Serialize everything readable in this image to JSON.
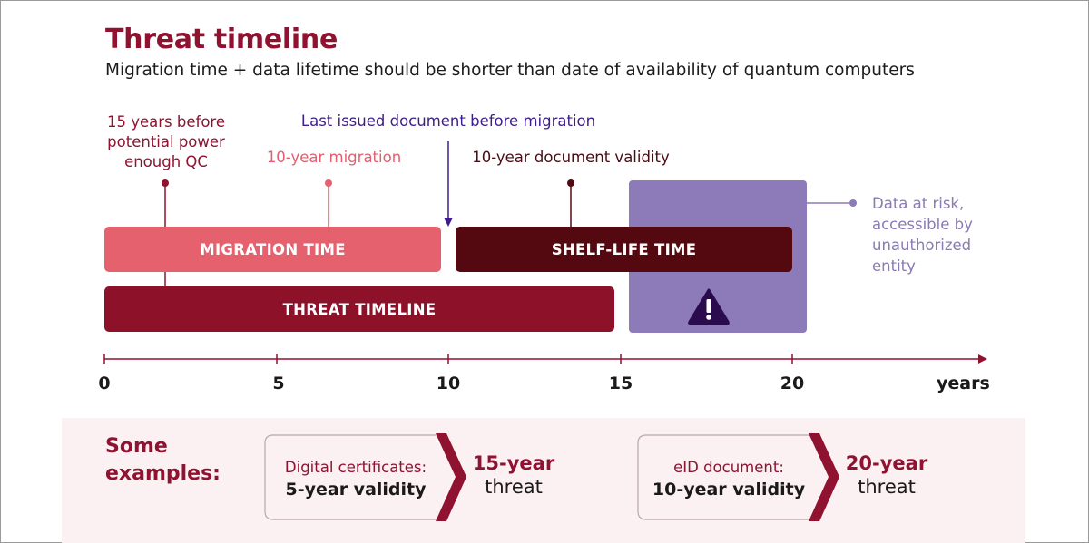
{
  "title": "Threat timeline",
  "subtitle": "Migration time + data lifetime should be shorter than date of availability of quantum computers",
  "annotations": {
    "qc_lines": [
      "15 years before",
      "potential power",
      "enough QC"
    ],
    "migration": "10-year migration",
    "last_issued": "Last issued document before migration",
    "validity": "10-year document validity",
    "risk_lines": [
      "Data at risk,",
      "accessible by",
      "unauthorized",
      "entity"
    ]
  },
  "bars": {
    "migration": {
      "label": "MIGRATION TIME",
      "start": 0,
      "end": 10
    },
    "shelf_life": {
      "label": "SHELF-LIFE TIME",
      "start": 10,
      "end": 20
    },
    "threat": {
      "label": "THREAT TIMELINE",
      "start": 0,
      "end": 15
    },
    "risk_zone": {
      "start": 15,
      "end": 20
    }
  },
  "axis": {
    "ticks": [
      "0",
      "5",
      "10",
      "15",
      "20"
    ],
    "unit": "years"
  },
  "examples": {
    "label_lines": [
      "Some",
      "examples:"
    ],
    "items": [
      {
        "line1": "Digital certificates:",
        "line2": "5-year validity",
        "result_line1": "15-year",
        "result_line2": "threat"
      },
      {
        "line1": "eID document:",
        "line2": "10-year validity",
        "result_line1": "20-year",
        "result_line2": "threat"
      }
    ]
  },
  "colors": {
    "brand": "#8f1230",
    "migration": "#e5616e",
    "shelf_life": "#54080f",
    "threat": "#8d1229",
    "risk": "#8d7bb9",
    "last_issued": "#3d1d8a"
  },
  "icons": {
    "warning": "warning-icon"
  }
}
